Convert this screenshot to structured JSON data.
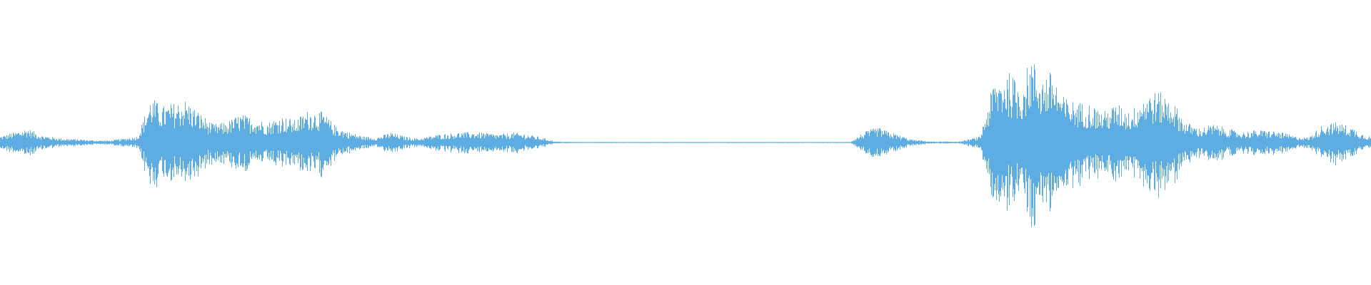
{
  "waveform": {
    "color": "#5dade2",
    "background": "#ffffff",
    "duration_fraction_range": [
      0,
      1
    ],
    "peak_envelope": [
      [
        0.0,
        0.06
      ],
      [
        0.01,
        0.1
      ],
      [
        0.02,
        0.14
      ],
      [
        0.03,
        0.07
      ],
      [
        0.045,
        0.04
      ],
      [
        0.06,
        0.03
      ],
      [
        0.07,
        0.02
      ],
      [
        0.08,
        0.02
      ],
      [
        0.09,
        0.04
      ],
      [
        0.1,
        0.06
      ],
      [
        0.11,
        0.45
      ],
      [
        0.118,
        0.35
      ],
      [
        0.125,
        0.38
      ],
      [
        0.135,
        0.42
      ],
      [
        0.145,
        0.3
      ],
      [
        0.155,
        0.18
      ],
      [
        0.165,
        0.2
      ],
      [
        0.175,
        0.28
      ],
      [
        0.185,
        0.24
      ],
      [
        0.195,
        0.2
      ],
      [
        0.205,
        0.26
      ],
      [
        0.215,
        0.22
      ],
      [
        0.225,
        0.32
      ],
      [
        0.235,
        0.3
      ],
      [
        0.245,
        0.16
      ],
      [
        0.255,
        0.1
      ],
      [
        0.265,
        0.06
      ],
      [
        0.275,
        0.05
      ],
      [
        0.285,
        0.1
      ],
      [
        0.295,
        0.06
      ],
      [
        0.305,
        0.04
      ],
      [
        0.32,
        0.08
      ],
      [
        0.335,
        0.1
      ],
      [
        0.35,
        0.1
      ],
      [
        0.365,
        0.08
      ],
      [
        0.375,
        0.1
      ],
      [
        0.385,
        0.08
      ],
      [
        0.395,
        0.05
      ],
      [
        0.405,
        0.01
      ],
      [
        0.42,
        0.005
      ],
      [
        0.5,
        0.004
      ],
      [
        0.6,
        0.003
      ],
      [
        0.62,
        0.004
      ],
      [
        0.63,
        0.1
      ],
      [
        0.64,
        0.15
      ],
      [
        0.65,
        0.1
      ],
      [
        0.665,
        0.03
      ],
      [
        0.68,
        0.01
      ],
      [
        0.7,
        0.01
      ],
      [
        0.715,
        0.06
      ],
      [
        0.725,
        0.6
      ],
      [
        0.735,
        0.7
      ],
      [
        0.745,
        0.55
      ],
      [
        0.752,
        0.85
      ],
      [
        0.76,
        0.65
      ],
      [
        0.768,
        0.7
      ],
      [
        0.775,
        0.45
      ],
      [
        0.785,
        0.4
      ],
      [
        0.795,
        0.38
      ],
      [
        0.805,
        0.3
      ],
      [
        0.815,
        0.38
      ],
      [
        0.825,
        0.3
      ],
      [
        0.835,
        0.48
      ],
      [
        0.845,
        0.5
      ],
      [
        0.855,
        0.42
      ],
      [
        0.865,
        0.2
      ],
      [
        0.875,
        0.14
      ],
      [
        0.885,
        0.18
      ],
      [
        0.895,
        0.14
      ],
      [
        0.905,
        0.1
      ],
      [
        0.915,
        0.12
      ],
      [
        0.925,
        0.12
      ],
      [
        0.935,
        0.1
      ],
      [
        0.945,
        0.06
      ],
      [
        0.955,
        0.05
      ],
      [
        0.965,
        0.18
      ],
      [
        0.975,
        0.2
      ],
      [
        0.985,
        0.16
      ],
      [
        0.995,
        0.08
      ],
      [
        1.0,
        0.06
      ]
    ]
  }
}
